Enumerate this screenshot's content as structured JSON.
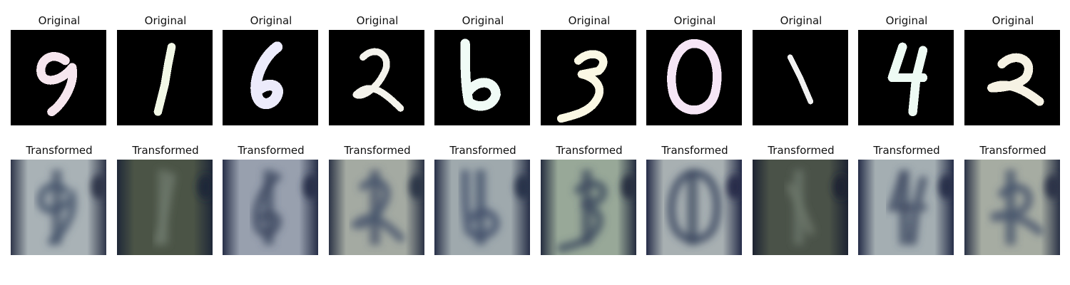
{
  "figure": {
    "original_title": "Original",
    "transformed_title": "Transformed",
    "pairs": [
      {
        "digit": "9",
        "ink": "#f6e6ee",
        "bg": "#a9b2b6",
        "dark": "#2f364a",
        "stroke": "#45546a"
      },
      {
        "digit": "1",
        "ink": "#f2f8e6",
        "bg": "#4b5446",
        "dark": "#1f2838",
        "stroke": "#6f7a6e"
      },
      {
        "digit": "6",
        "ink": "#ecebfb",
        "bg": "#98a0ae",
        "dark": "#272f48",
        "stroke": "#3f4a62"
      },
      {
        "digit": "2",
        "ink": "#f4f3ec",
        "bg": "#a4aaa2",
        "dark": "#2c3446",
        "stroke": "#45536a"
      },
      {
        "digit": "6",
        "ink": "#f0fbf6",
        "bg": "#9fa9ad",
        "dark": "#283048",
        "stroke": "#42506a"
      },
      {
        "digit": "3",
        "ink": "#fbf8e4",
        "bg": "#98a898",
        "dark": "#252d40",
        "stroke": "#3c4a5e"
      },
      {
        "digit": "0",
        "ink": "#f6e6f6",
        "bg": "#a8b0b2",
        "dark": "#252c48",
        "stroke": "#3a465e"
      },
      {
        "digit": "1",
        "ink": "#f2f2f2",
        "bg": "#4a5248",
        "dark": "#1d2332",
        "stroke": "#6e786c"
      },
      {
        "digit": "4",
        "ink": "#eefbf4",
        "bg": "#a4aeb2",
        "dark": "#252d48",
        "stroke": "#3e4a62"
      },
      {
        "digit": "2",
        "ink": "#f6f2e4",
        "bg": "#a6aca2",
        "dark": "#2a3246",
        "stroke": "#44526a"
      }
    ]
  }
}
